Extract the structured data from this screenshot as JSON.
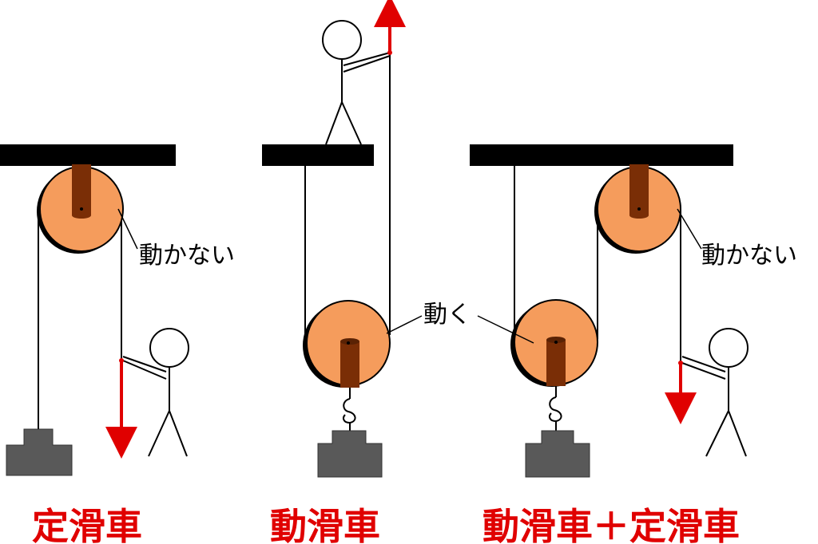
{
  "panels": {
    "fixed": {
      "title": "定滑車",
      "note": "動かない"
    },
    "movable": {
      "title": "動滑車",
      "note": "動く"
    },
    "combined": {
      "title": "動滑車＋定滑車",
      "note": "動かない"
    }
  },
  "colors": {
    "pulley": "#f59c5c",
    "pulley_edge": "#000000",
    "axle": "#7a2e06",
    "weight": "#595959",
    "ceiling": "#000000",
    "arrow": "#e00000",
    "title": "#e00000"
  },
  "icons": [
    "ceiling-bar",
    "pulley-wheel",
    "weight-block",
    "stick-figure",
    "pull-arrow",
    "hook-icon"
  ]
}
